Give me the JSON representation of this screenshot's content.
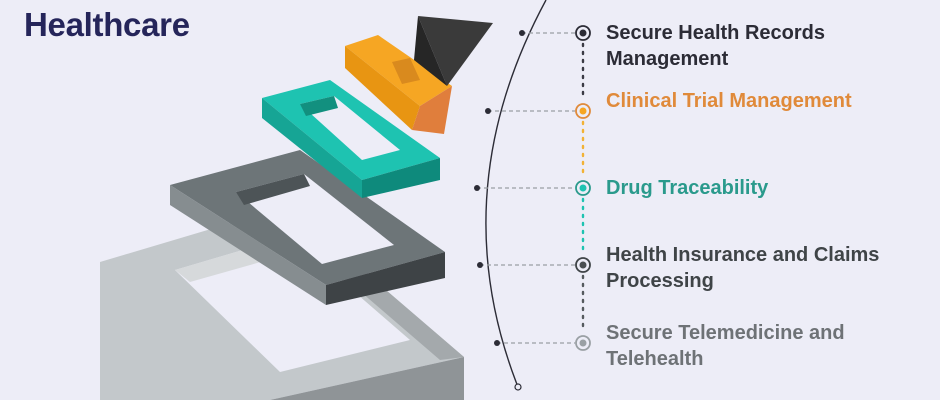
{
  "page": {
    "title": "Healthcare"
  },
  "items": [
    {
      "label": "Secure Health Records Management",
      "color": "#2C2C36"
    },
    {
      "label": "Clinical Trial Management",
      "color": "#E08A3A"
    },
    {
      "label": "Drug Traceability",
      "color": "#2A9A8C"
    },
    {
      "label": "Health Insurance and Claims Processing",
      "color": "#3F4447"
    },
    {
      "label": "Secure Telemedicine and Telehealth",
      "color": "#6E7276"
    }
  ],
  "colors": {
    "title": "#25255A",
    "background": "#EDEDF7",
    "orange": "#F6A623",
    "teal": "#1EC3B1",
    "dark_gray": "#5E6669",
    "light_gray": "#B5BABD",
    "black": "#2B2B2B"
  }
}
